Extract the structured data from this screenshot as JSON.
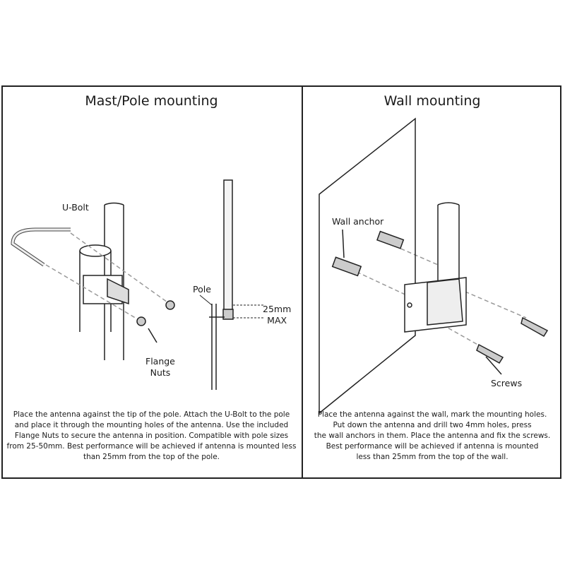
{
  "mast": {
    "title": "Mast/Pole mounting",
    "labels": {
      "ubolt": "U-Bolt",
      "flange_nuts": "Flange\nNuts",
      "pole": "Pole",
      "max": "25mm\nMAX"
    },
    "description": "Place the antenna against the tip of the pole. Attach the U-Bolt to the pole\nand place it through the mounting holes of the antenna. Use the included\nFlange Nuts to secure the antenna in position. Compatible with pole sizes\nfrom 25-50mm. Best performance will be achieved if antenna is mounted less\nthan 25mm from the top of the pole."
  },
  "wall": {
    "title": "Wall mounting",
    "labels": {
      "anchor": "Wall anchor",
      "screws": "Screws"
    },
    "description": "Place the antenna against the wall, mark the mounting holes.\nPut down the antenna and drill two 4mm holes, press\nthe wall anchors in them. Place the antenna and fix the screws.\nBest performance will be achieved if antenna is mounted\nless than 25mm from the top of the wall."
  }
}
